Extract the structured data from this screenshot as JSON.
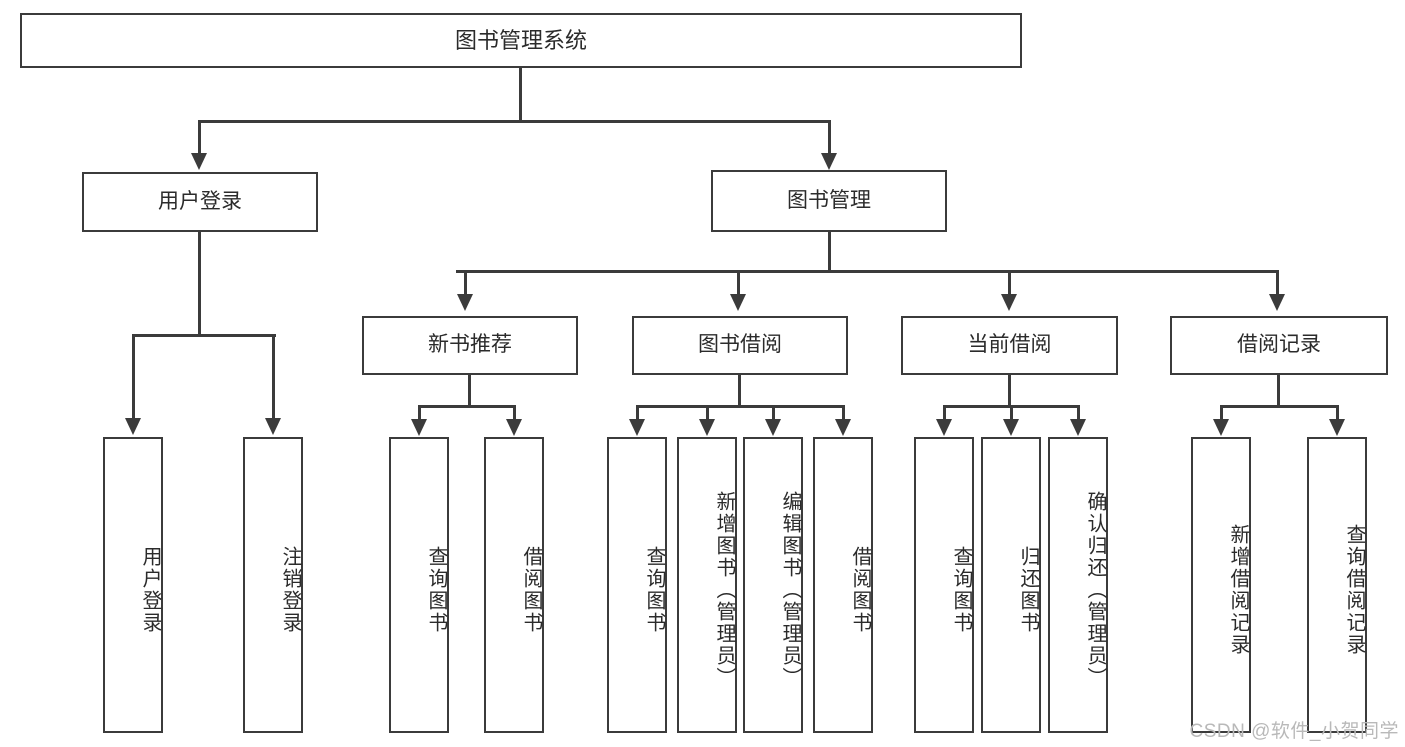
{
  "diagram": {
    "type": "tree-hierarchy-chart",
    "title": "图书管理系统",
    "root": {
      "label": "图书管理系统"
    },
    "level2": [
      {
        "label": "用户登录"
      },
      {
        "label": "图书管理"
      }
    ],
    "level3": [
      {
        "label": "新书推荐"
      },
      {
        "label": "图书借阅"
      },
      {
        "label": "当前借阅"
      },
      {
        "label": "借阅记录"
      }
    ],
    "leaves": {
      "user_login": [
        {
          "label": "用户登录"
        },
        {
          "label": "注销登录"
        }
      ],
      "new_book_recommend": [
        {
          "label": "查询图书"
        },
        {
          "label": "借阅图书"
        }
      ],
      "book_borrow": [
        {
          "label": "查询图书"
        },
        {
          "label": "新增图书（管理员）"
        },
        {
          "label": "编辑图书（管理员）"
        },
        {
          "label": "借阅图书"
        }
      ],
      "current_borrow": [
        {
          "label": "查询图书"
        },
        {
          "label": "归还图书"
        },
        {
          "label": "确认归还（管理员）"
        }
      ],
      "borrow_records": [
        {
          "label": "新增借阅记录"
        },
        {
          "label": "查询借阅记录"
        }
      ]
    }
  },
  "watermark": {
    "text": "CSDN @软件_小贺同学"
  },
  "colors": {
    "stroke": "#3b3b3b",
    "background": "#ffffff",
    "text": "#2b2b2b",
    "watermark": "#b9b9b9"
  }
}
